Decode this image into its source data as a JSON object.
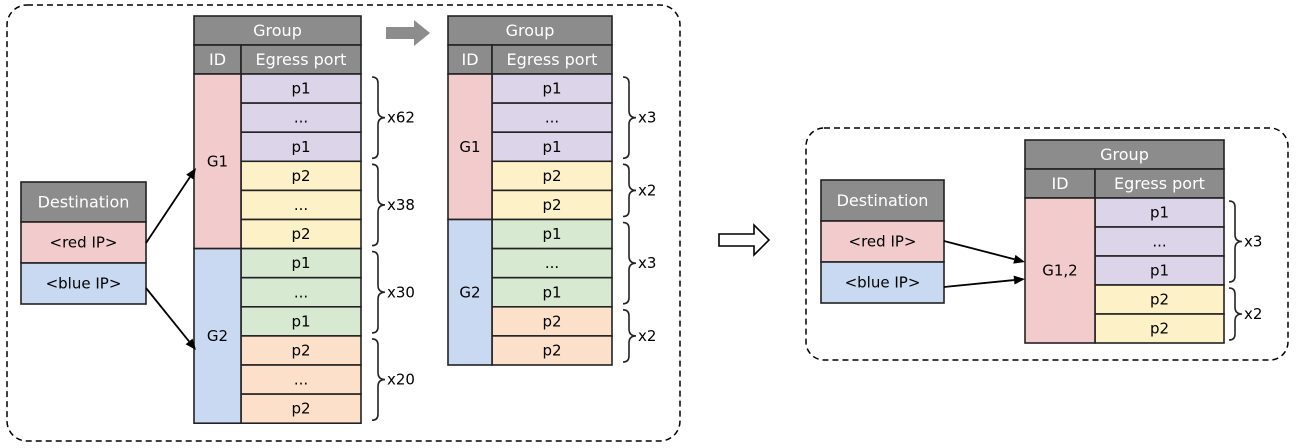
{
  "colors": {
    "header": "#8c8c8c",
    "red": "#f2cccc",
    "blue": "#c9d9f2",
    "purple": "#dcd5ea",
    "yellow": "#fdf1c8",
    "green": "#d8e9d2",
    "orange": "#fce0c9",
    "line": "#222222",
    "arrow_gray": "#8c8c8c"
  },
  "left_panel": {
    "destination": {
      "header": "Destination",
      "rows": [
        {
          "label": "<red IP>",
          "color": "red"
        },
        {
          "label": "<blue IP>",
          "color": "blue"
        }
      ]
    },
    "table1": {
      "title": "Group",
      "col_id": "ID",
      "col_port": "Egress port",
      "groups": [
        {
          "id": "G1",
          "color": "red",
          "blocks": [
            {
              "color": "purple",
              "ports": [
                "p1",
                "...",
                "p1"
              ],
              "multiplier": "x62"
            },
            {
              "color": "yellow",
              "ports": [
                "p2",
                "...",
                "p2"
              ],
              "multiplier": "x38"
            }
          ]
        },
        {
          "id": "G2",
          "color": "blue",
          "blocks": [
            {
              "color": "green",
              "ports": [
                "p1",
                "...",
                "p1"
              ],
              "multiplier": "x30"
            },
            {
              "color": "orange",
              "ports": [
                "p2",
                "...",
                "p2"
              ],
              "multiplier": "x20"
            }
          ]
        }
      ]
    },
    "table2": {
      "title": "Group",
      "col_id": "ID",
      "col_port": "Egress port",
      "groups": [
        {
          "id": "G1",
          "color": "red",
          "blocks": [
            {
              "color": "purple",
              "ports": [
                "p1",
                "...",
                "p1"
              ],
              "multiplier": "x3"
            },
            {
              "color": "yellow",
              "ports": [
                "p2",
                "p2"
              ],
              "multiplier": "x2"
            }
          ]
        },
        {
          "id": "G2",
          "color": "blue",
          "blocks": [
            {
              "color": "green",
              "ports": [
                "p1",
                "...",
                "p1"
              ],
              "multiplier": "x3"
            },
            {
              "color": "orange",
              "ports": [
                "p2",
                "p2"
              ],
              "multiplier": "x2"
            }
          ]
        }
      ]
    }
  },
  "right_panel": {
    "destination": {
      "header": "Destination",
      "rows": [
        {
          "label": "<red IP>",
          "color": "red"
        },
        {
          "label": "<blue IP>",
          "color": "blue"
        }
      ]
    },
    "table": {
      "title": "Group",
      "col_id": "ID",
      "col_port": "Egress port",
      "groups": [
        {
          "id": "G1,2",
          "color": "red",
          "blocks": [
            {
              "color": "purple",
              "ports": [
                "p1",
                "...",
                "p1"
              ],
              "multiplier": "x3"
            },
            {
              "color": "yellow",
              "ports": [
                "p2",
                "p2"
              ],
              "multiplier": "x2"
            }
          ]
        }
      ]
    }
  }
}
